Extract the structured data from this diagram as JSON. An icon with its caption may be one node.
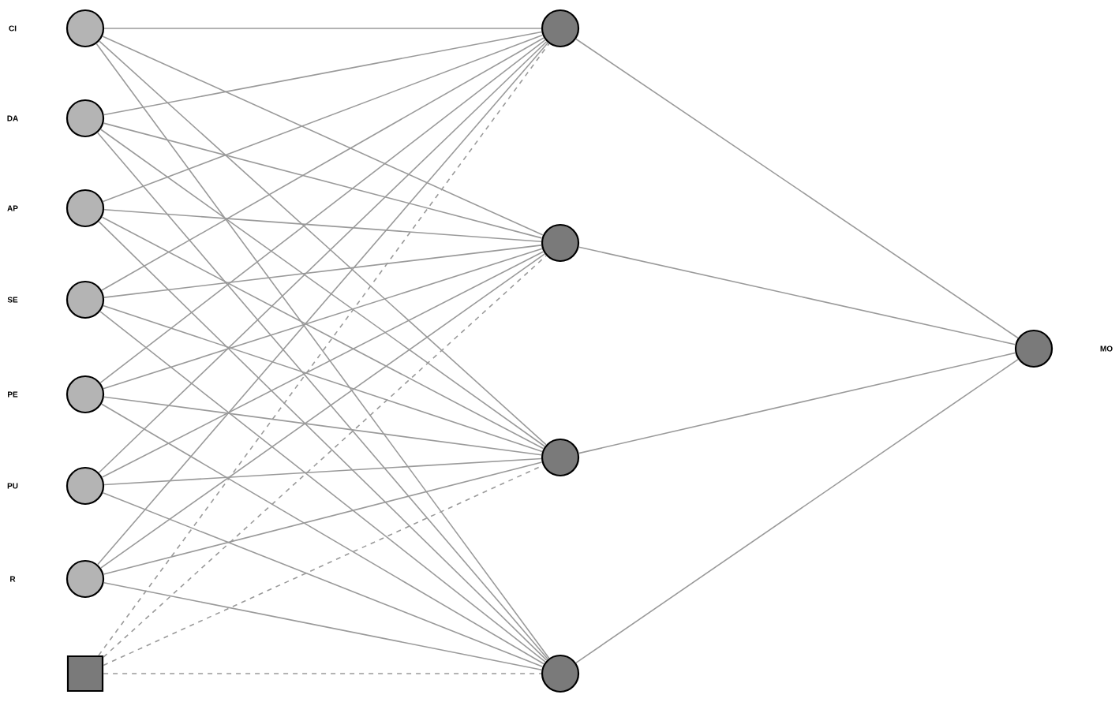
{
  "diagram": {
    "nodes": [
      {
        "text": [],
        "shape": "circle"
      },
      {
        "text": [],
        "shape": "circle"
      },
      {
        "text": [],
        "shape": "circle"
      },
      {
        "text": [],
        "shape": "circle"
      },
      {
        "text": [],
        "shape": "circle"
      },
      {
        "text": [],
        "shape": "circle"
      },
      {
        "text": [],
        "shape": "circle"
      },
      {
        "text": [],
        "shape": "box"
      },
      {
        "text": [],
        "shape": "circle"
      },
      {
        "text": [],
        "shape": "circle"
      },
      {
        "text": [],
        "shape": "circle"
      },
      {
        "text": [],
        "shape": "circle"
      },
      {
        "text": [],
        "shape": "circle"
      }
    ],
    "labels": [
      "CI",
      "DA",
      "AP",
      "SE",
      "MO",
      "PE",
      "PU",
      "R"
    ],
    "edges": [
      {
        "from": 0,
        "to": 8,
        "arrow": "none"
      },
      {
        "from": 0,
        "to": 9,
        "arrow": "none"
      },
      {
        "from": 0,
        "to": 10,
        "arrow": "none"
      },
      {
        "from": 0,
        "to": 11,
        "arrow": "none"
      },
      {
        "from": 1,
        "to": 8,
        "arrow": "none"
      },
      {
        "from": 1,
        "to": 9,
        "arrow": "none"
      },
      {
        "from": 1,
        "to": 10,
        "arrow": "none"
      },
      {
        "from": 1,
        "to": 11,
        "arrow": "none"
      },
      {
        "from": 2,
        "to": 8,
        "arrow": "none"
      },
      {
        "from": 2,
        "to": 9,
        "arrow": "none"
      },
      {
        "from": 2,
        "to": 10,
        "arrow": "none"
      },
      {
        "from": 2,
        "to": 11,
        "arrow": "none"
      },
      {
        "from": 3,
        "to": 8,
        "arrow": "none"
      },
      {
        "from": 3,
        "to": 9,
        "arrow": "none"
      },
      {
        "from": 3,
        "to": 10,
        "arrow": "none"
      },
      {
        "from": 3,
        "to": 11,
        "arrow": "none"
      },
      {
        "from": 4,
        "to": 8,
        "arrow": "none"
      },
      {
        "from": 4,
        "to": 9,
        "arrow": "none"
      },
      {
        "from": 4,
        "to": 10,
        "arrow": "none"
      },
      {
        "from": 4,
        "to": 11,
        "arrow": "none"
      },
      {
        "from": 5,
        "to": 8,
        "arrow": "none"
      },
      {
        "from": 5,
        "to": 9,
        "arrow": "none"
      },
      {
        "from": 5,
        "to": 10,
        "arrow": "none"
      },
      {
        "from": 5,
        "to": 11,
        "arrow": "none"
      },
      {
        "from": 6,
        "to": 8,
        "arrow": "none"
      },
      {
        "from": 6,
        "to": 9,
        "arrow": "none"
      },
      {
        "from": 6,
        "to": 10,
        "arrow": "none"
      },
      {
        "from": 6,
        "to": 11,
        "arrow": "none"
      },
      {
        "from": 7,
        "to": 8,
        "arrow": "none",
        "style": "dashed"
      },
      {
        "from": 7,
        "to": 9,
        "arrow": "none",
        "style": "dashed"
      },
      {
        "from": 7,
        "to": 10,
        "arrow": "none",
        "style": "dashed"
      },
      {
        "from": 7,
        "to": 11,
        "arrow": "none",
        "style": "dashed"
      },
      {
        "from": 8,
        "to": 12,
        "arrow": "none"
      },
      {
        "from": 9,
        "to": 12,
        "arrow": "none"
      },
      {
        "from": 10,
        "to": 12,
        "arrow": "none"
      },
      {
        "from": 11,
        "to": 12,
        "arrow": "none"
      }
    ]
  }
}
